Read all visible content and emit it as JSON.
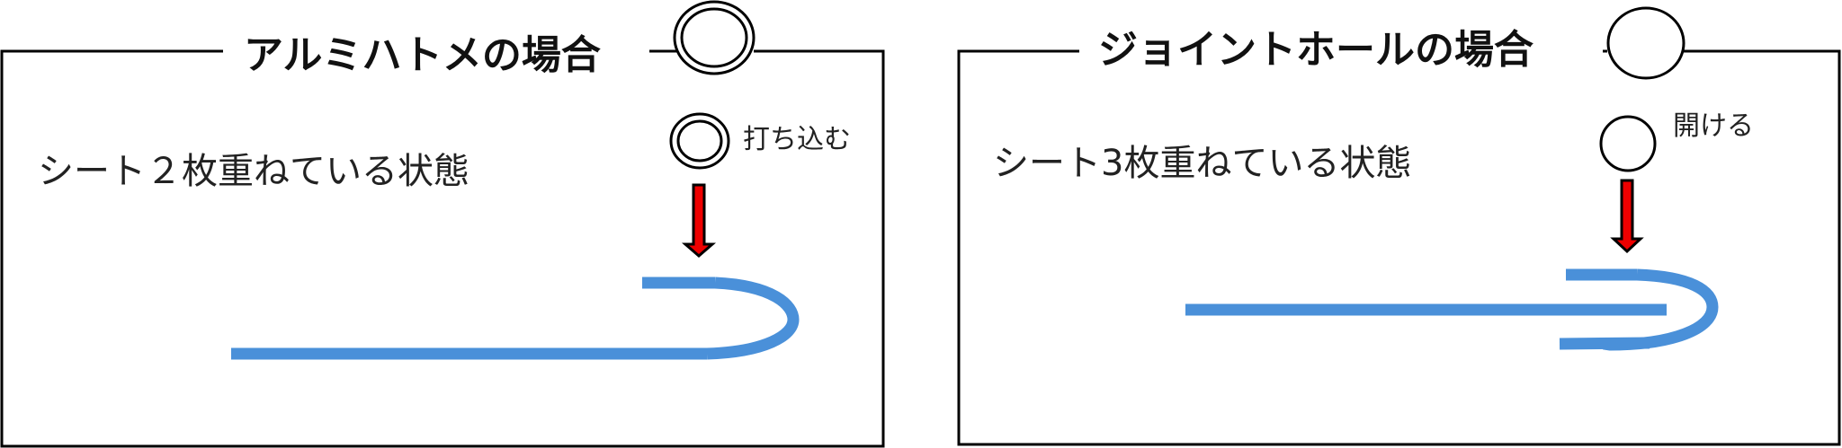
{
  "panels": [
    {
      "title": "アルミハトメの場合",
      "description": "シート２枚重ねている状態",
      "action_label": "打ち込む"
    },
    {
      "title": "ジョイントホールの場合",
      "description": "シート3枚重ねている状態",
      "action_label": "開ける"
    }
  ],
  "colors": {
    "frame": "#000000",
    "sheet": "#4a90d9",
    "arrow_fill": "#ee0000",
    "arrow_stroke": "#000000"
  },
  "icons": {
    "eyelet": "double-ring-icon",
    "hole": "ring-icon",
    "arrow": "down-arrow-icon"
  }
}
